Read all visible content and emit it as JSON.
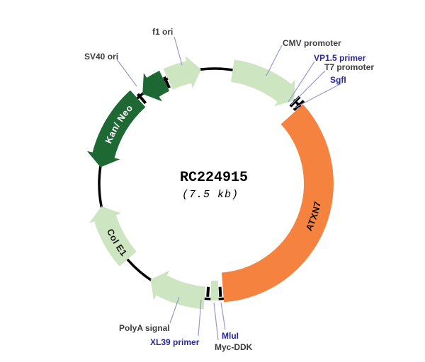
{
  "title": {
    "name": "RC224915",
    "size": "(7.5 kb)"
  },
  "features": {
    "f1_ori": {
      "label": "f1 ori"
    },
    "sv40_ori": {
      "label": "SV40 ori"
    },
    "cmv_promoter": {
      "label": "CMV promoter"
    },
    "vp15_primer": {
      "label": "VP1.5 primer"
    },
    "t7_promoter": {
      "label": "T7 promoter"
    },
    "sgfi": {
      "label": "SgfI"
    },
    "atxn7": {
      "label": "ATXN7"
    },
    "mlui": {
      "label": "MluI"
    },
    "myc_ddk": {
      "label": "Myc-DDK"
    },
    "xl39_primer": {
      "label": "XL39 primer"
    },
    "polya_signal": {
      "label": "PolyA signal"
    },
    "kan_neo": {
      "label": "Kan/ Neo"
    },
    "col_e1": {
      "label": "Col E1"
    }
  },
  "colors": {
    "feature_light_green": "#cde5c0",
    "feature_dark_green": "#1e6933",
    "feature_orange": "#f6823f",
    "backbone_ring": "#000000",
    "leader_line": "#9898cb",
    "label_dark": "#3d3d3d",
    "label_blue": "#2a2a94",
    "kan_neo_text": "#ffffff",
    "background": "#ffffff"
  }
}
